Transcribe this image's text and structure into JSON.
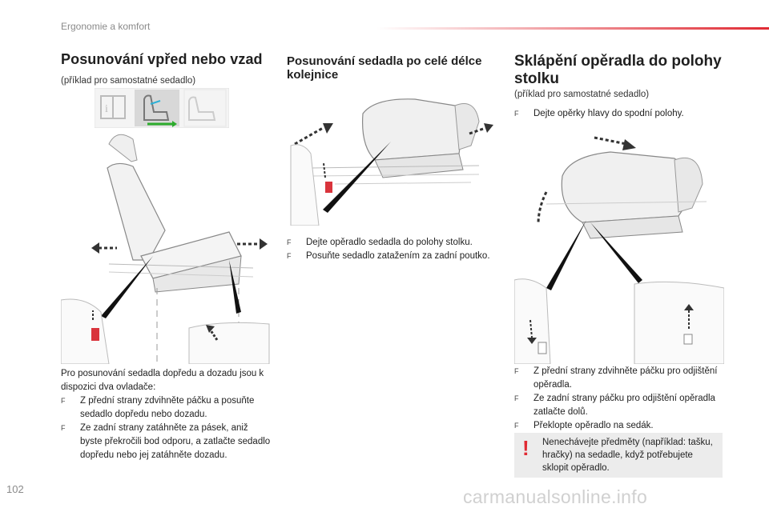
{
  "header": {
    "section": "Ergonomie a komfort"
  },
  "page_number": "102",
  "watermark": "carmanualsonline.info",
  "col1": {
    "title": "Posunování vpřed nebo vzad",
    "subtitle": "(příklad pro samostatné sedadlo)",
    "intro": "Pro posunování sedadla dopředu a dozadu jsou k dispozici dva ovladače:",
    "bullets": [
      "Z přední strany zdvihněte páčku a posuňte sedadlo dopředu nebo dozadu.",
      "Ze zadní strany zatáhněte za pásek, aniž byste překročili bod odporu, a zatlačte sedadlo dopředu nebo jej zatáhněte dozadu."
    ]
  },
  "col2": {
    "title": "Posunování sedadla po celé délce kolejnice",
    "bullets": [
      "Dejte opěradlo sedadla do polohy stolku.",
      "Posuňte sedadlo zatažením za zadní poutko."
    ]
  },
  "col3": {
    "title": "Sklápění opěradla do polohy stolku",
    "subtitle": "(příklad pro samostatné sedadlo)",
    "bullets_top": [
      "Dejte opěrky hlavy do spodní polohy."
    ],
    "bullets_bottom": [
      "Z přední strany zdvihněte páčku pro odjištění opěradla.",
      "Ze zadní strany páčku pro odjištění opěradla zatlačte dolů.",
      "Překlopte opěradlo na sedák."
    ],
    "warning": "Nenechávejte předměty (například: tašku, hračky) na sedadle, když potřebujete sklopit opěradlo."
  },
  "bullet_glyph": "F",
  "warning_glyph": "!",
  "colors": {
    "accent": "#e02a33",
    "lever": "#d9343c",
    "warning_bg": "#ececec"
  }
}
